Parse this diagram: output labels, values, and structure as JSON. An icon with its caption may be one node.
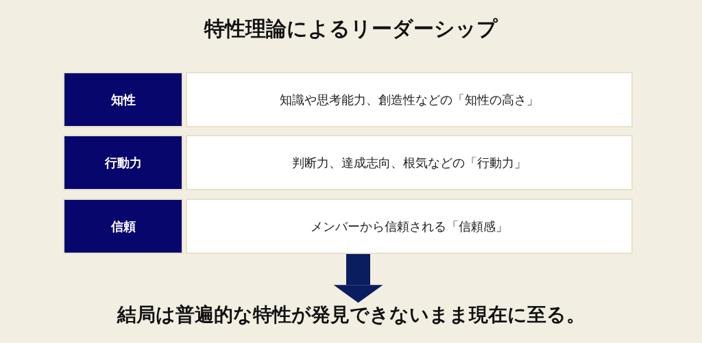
{
  "diagram": {
    "title": "特性理論によるリーダーシップ",
    "nodes": [
      {
        "text": [
          "知性"
        ]
      },
      {
        "text": [
          "知識や思考能力、創造性などの「知性の高さ」"
        ]
      },
      {
        "text": [
          "行動力"
        ]
      },
      {
        "text": [
          "判断力、達成志向、根気などの「行動力」"
        ]
      },
      {
        "text": [
          "信頼"
        ]
      },
      {
        "text": [
          "メンバーから信頼される「信頼感」"
        ]
      },
      {
        "text": [
          "結局は普遍的な特性が発見できないまま現在に至る。"
        ]
      }
    ],
    "edges": [
      {
        "from": 5,
        "to": 6,
        "arrow": "to"
      }
    ]
  }
}
